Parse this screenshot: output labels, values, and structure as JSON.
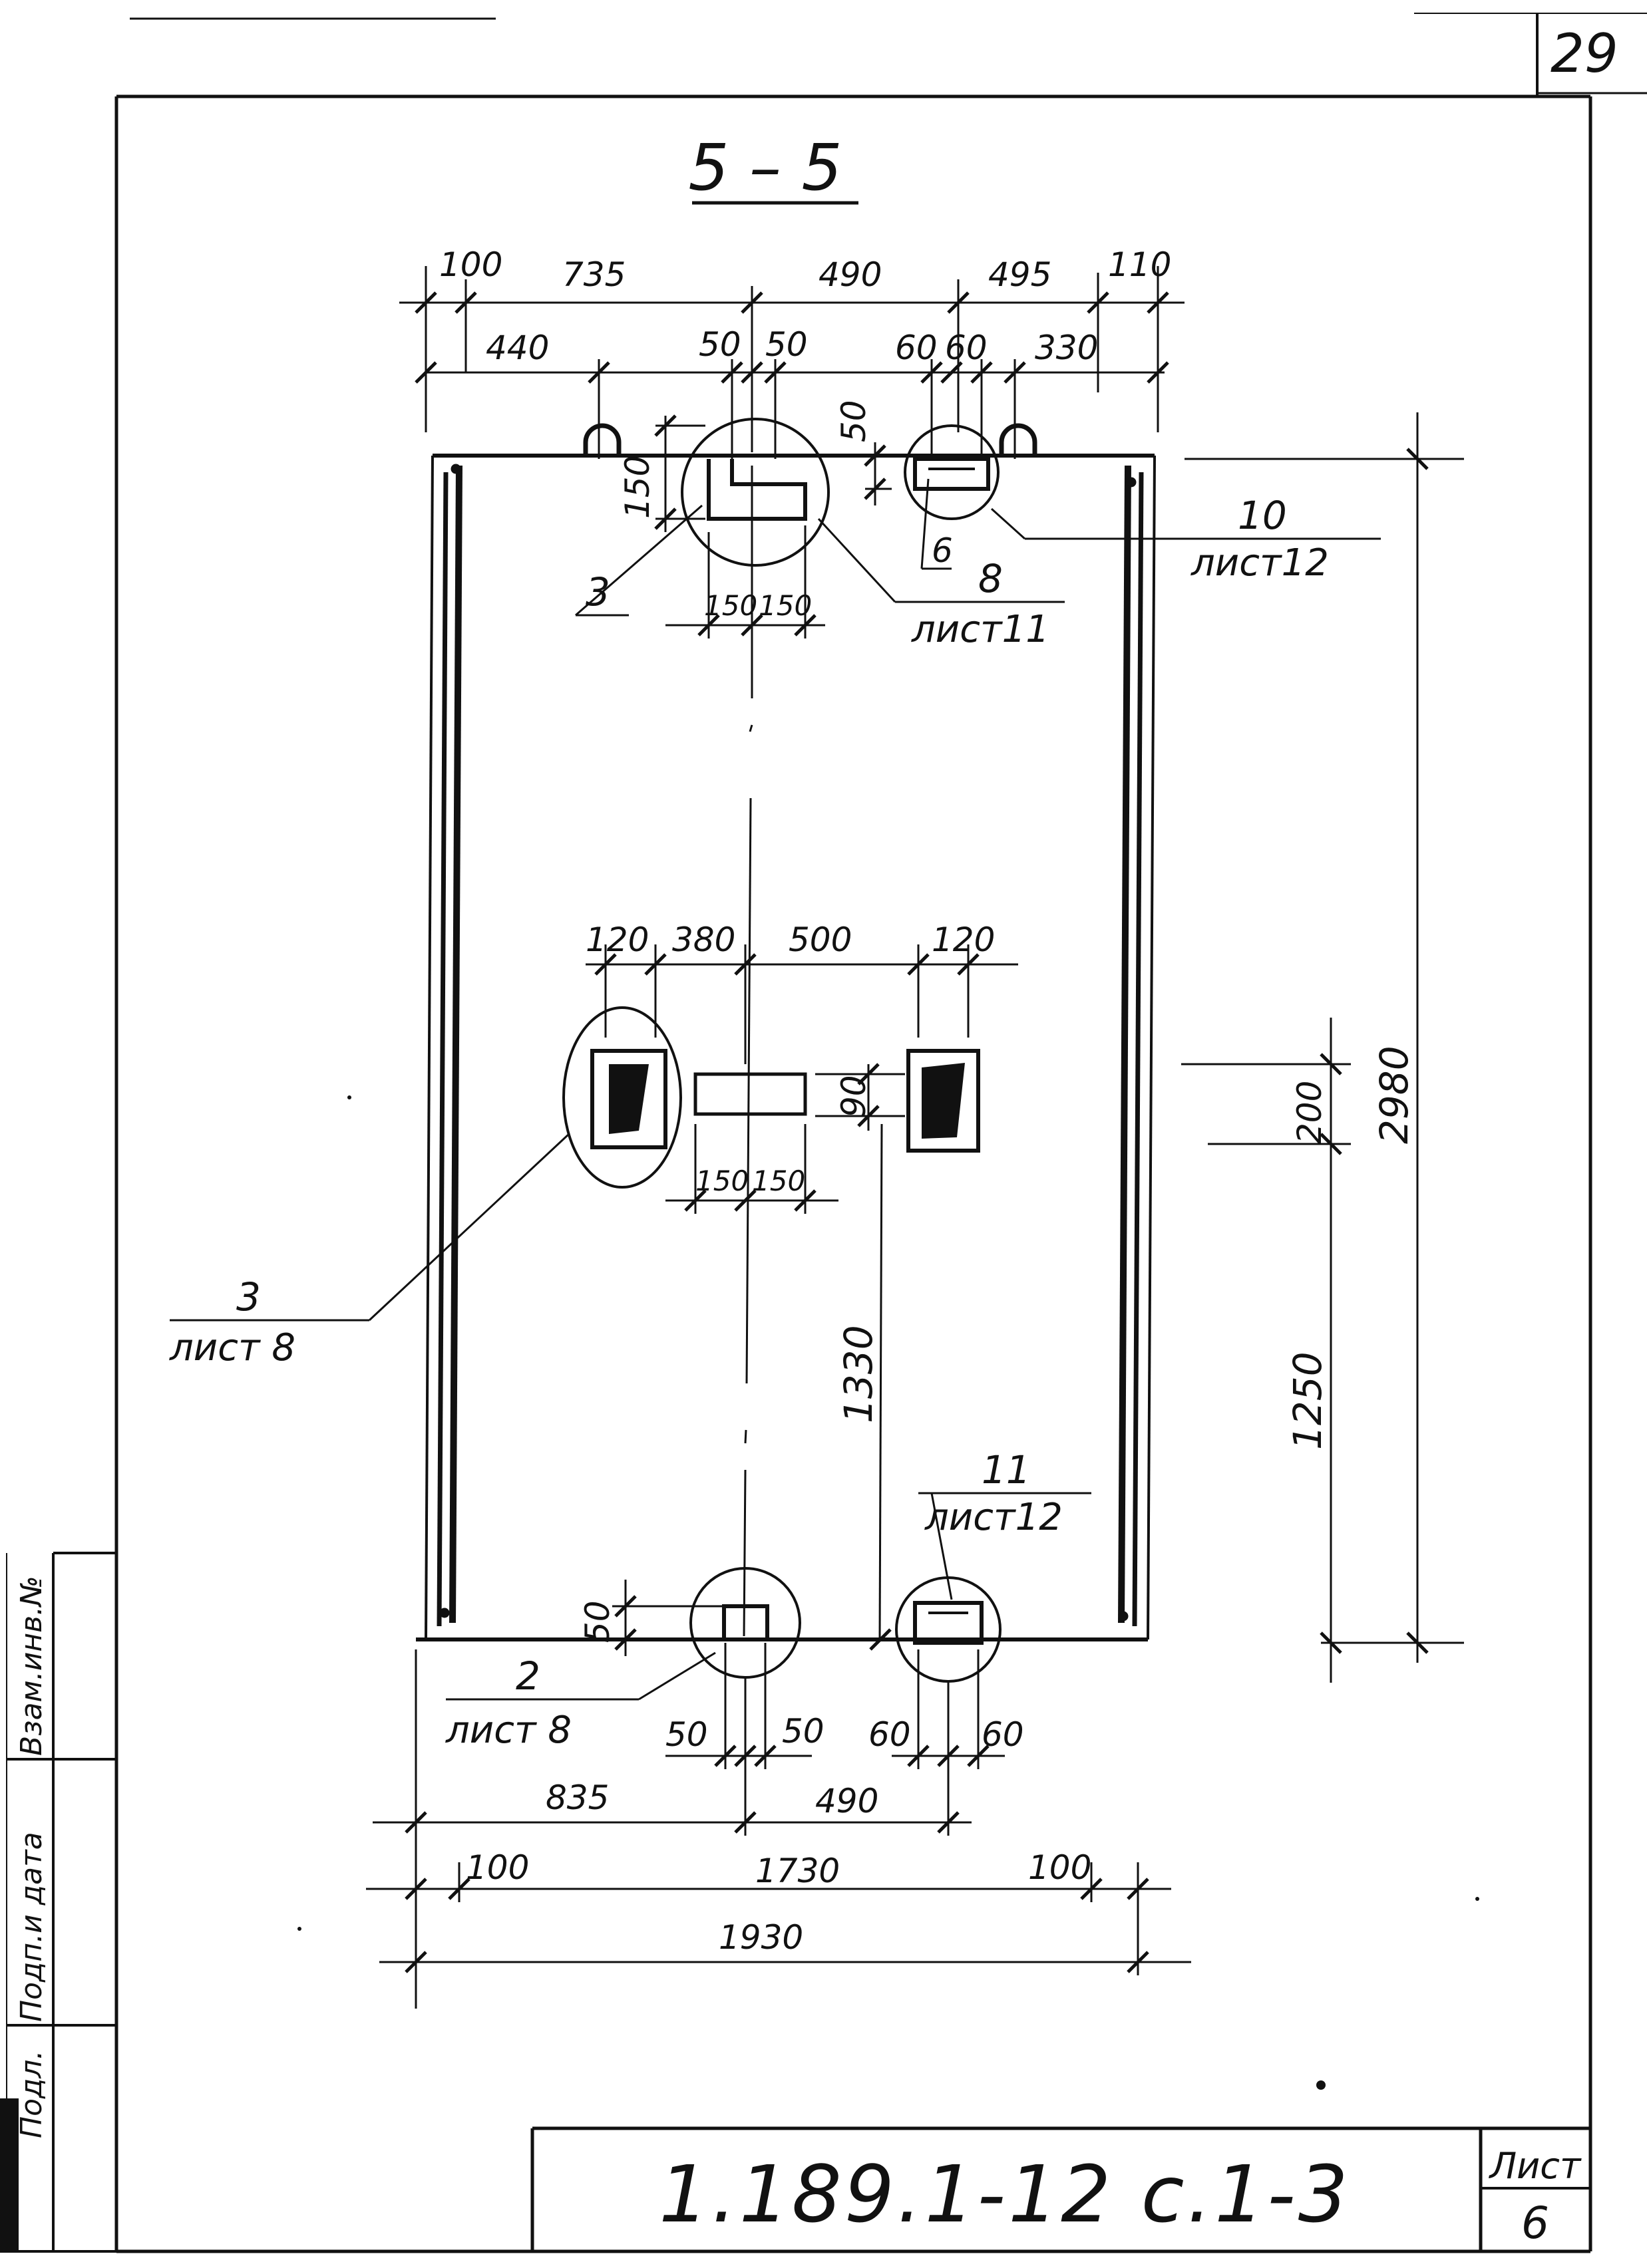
{
  "section_title": "5 – 5",
  "page_number": "29",
  "drawing_code": "1.189.1-12 c.1-3",
  "sheet_caption": "Лист",
  "sheet_number": "6",
  "side_labels": {
    "podl": "Подл.",
    "podp_data": "Подп.и дата",
    "vzam": "Взам.инв.№"
  },
  "top_dims": {
    "d100": "100",
    "d735": "735",
    "d490": "490",
    "d495": "495",
    "d110": "110",
    "d440": "440",
    "d50a": "50",
    "d50b": "50",
    "d60a": "60",
    "d60b": "60",
    "d330": "330",
    "d50v": "50",
    "d150v": "150",
    "d150a": "150",
    "d150b": "150",
    "d6": "6"
  },
  "middle_dims": {
    "d120a": "120",
    "d380": "380",
    "d500": "500",
    "d120b": "120",
    "d90": "90",
    "d150a": "150",
    "d150b": "150"
  },
  "right_dims": {
    "d2980": "2980",
    "d200": "200",
    "d1250": "1250",
    "d1330": "1330"
  },
  "bottom_dims": {
    "d50v": "50",
    "d50a": "50",
    "d50b": "50",
    "d60a": "60",
    "d60b": "60",
    "d835": "835",
    "d490": "490",
    "d100a": "100",
    "d1730": "1730",
    "d100b": "100",
    "d1930": "1930"
  },
  "callouts": {
    "c3_top": {
      "num": "3"
    },
    "c8": {
      "num": "8",
      "sheet": "лист11"
    },
    "c10": {
      "num": "10",
      "sheet": "лист12"
    },
    "c3_mid": {
      "num": "3",
      "sheet": "лист 8"
    },
    "c11": {
      "num": "11",
      "sheet": "лист12"
    },
    "c2": {
      "num": "2",
      "sheet": "лист 8"
    }
  }
}
